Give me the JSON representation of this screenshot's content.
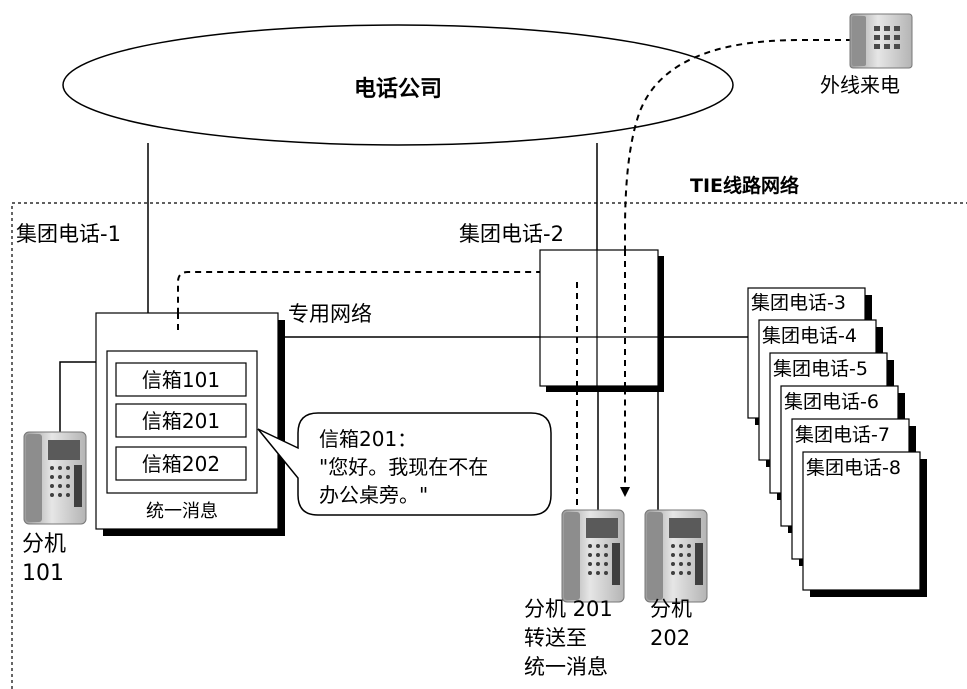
{
  "carrier": {
    "label": "电话公司"
  },
  "outside_caller": {
    "label": "外线来电"
  },
  "tie_network": {
    "label": "TIE线路网络"
  },
  "pbx1": {
    "label": "集团电话-1"
  },
  "pbx2": {
    "label": "集团电话-2"
  },
  "private_network": {
    "label": "专用网络"
  },
  "mailboxes": [
    {
      "label": "信箱101"
    },
    {
      "label": "信箱201"
    },
    {
      "label": "信箱202"
    }
  ],
  "unified_messaging": {
    "label": "统一消息"
  },
  "greeting": {
    "line1": "信箱201：",
    "line2": "\"您好。我现在不在",
    "line3": "办公桌旁。\""
  },
  "ext101": {
    "line1": "分机",
    "line2": "101"
  },
  "ext201": {
    "line1": "分机 201",
    "line2": "转送至",
    "line3": "统一消息"
  },
  "ext202": {
    "line1": "分机",
    "line2": "202"
  },
  "pbx_stack": [
    {
      "label": "集团电话-3"
    },
    {
      "label": "集团电话-4"
    },
    {
      "label": "集团电话-5"
    },
    {
      "label": "集团电话-6"
    },
    {
      "label": "集团电话-7"
    },
    {
      "label": "集团电话-8"
    }
  ]
}
